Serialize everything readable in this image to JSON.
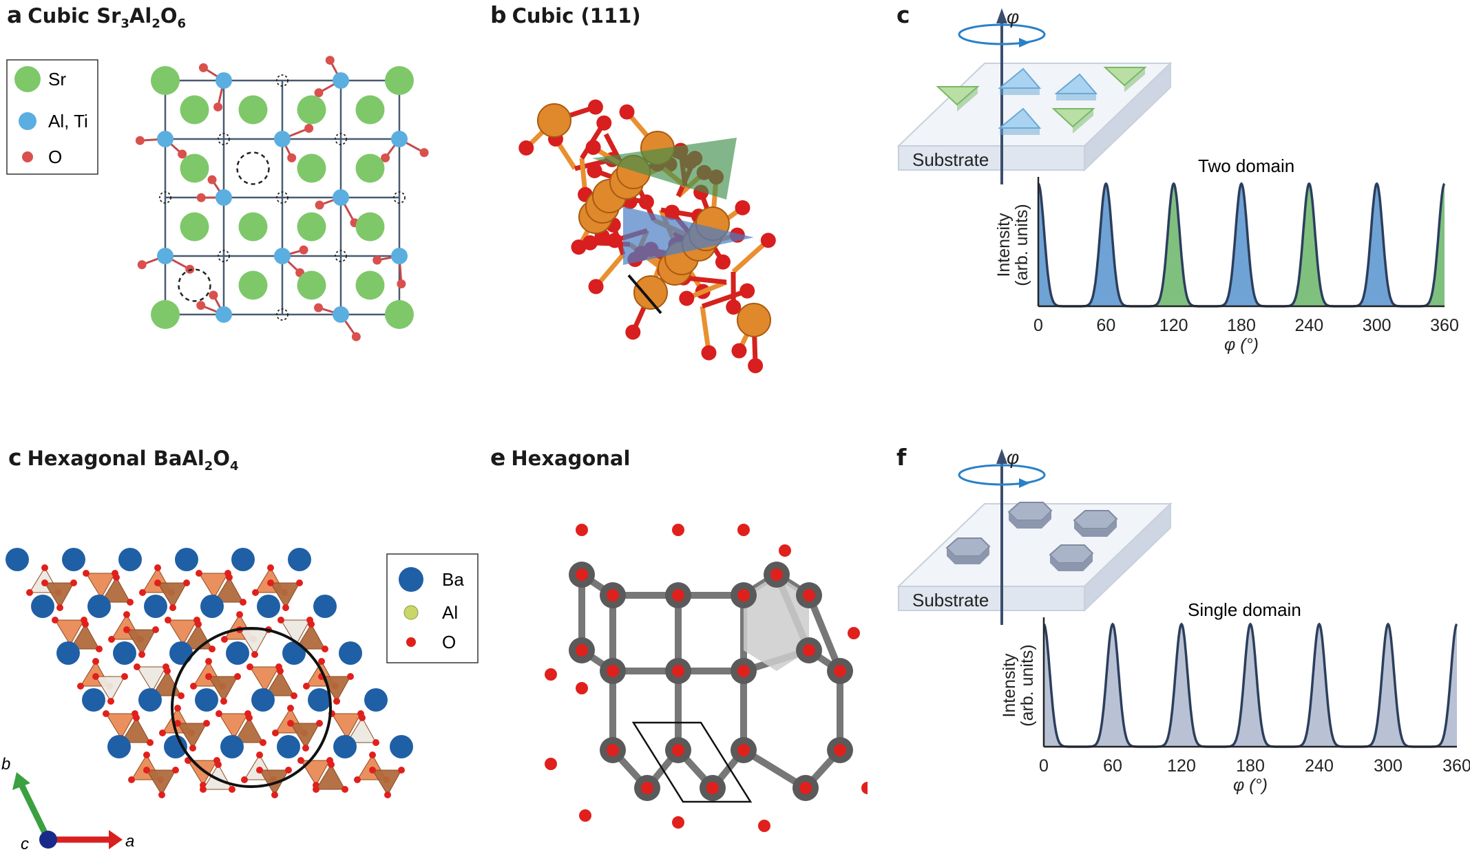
{
  "panels": {
    "a": {
      "letter": "a",
      "title": "Cubic Sr",
      "f1": "3",
      "mid": "Al",
      "f2": "2",
      "end": "O",
      "f3": "6",
      "legend": [
        "Sr",
        "Al, Ti",
        "O"
      ]
    },
    "b": {
      "letter": "b",
      "title": "Cubic (111)"
    },
    "c_top": {
      "letter": "c",
      "substrate": "Substrate",
      "caption": "Two domain",
      "ylabel_1": "Intensity",
      "ylabel_2": "(arb. units)",
      "xlabel": "φ (°)",
      "phi": "φ",
      "ticks": [
        "0",
        "60",
        "120",
        "180",
        "240",
        "300",
        "360"
      ]
    },
    "d": {
      "letter": "c",
      "title": "Hexagonal BaAl",
      "f1": "2",
      "mid": "O",
      "f2": "4",
      "legend": [
        "Ba",
        "Al",
        "O"
      ],
      "axis_a": "a",
      "axis_b": "b",
      "axis_c": "c"
    },
    "e": {
      "letter": "e",
      "title": "Hexagonal"
    },
    "f": {
      "letter": "f",
      "substrate": "Substrate",
      "caption": "Single domain",
      "ylabel_1": "Intensity",
      "ylabel_2": "(arb. units)",
      "xlabel": "φ (°)",
      "phi": "φ",
      "ticks": [
        "0",
        "60",
        "120",
        "180",
        "240",
        "300",
        "360"
      ]
    }
  },
  "colors": {
    "sr": "#7ec86a",
    "al": "#5aaee0",
    "o": "#d9504d",
    "ba": "#1f5fa6",
    "al_hex": "#c9d66a",
    "blue_peak": "#6fa3d6",
    "green_peak": "#7fc07f",
    "grey_peak": "#b9c2d4",
    "curve": "#2c3e5c"
  },
  "chart_data": [
    {
      "type": "line",
      "title": "Two domain",
      "xlabel": "φ (°)",
      "ylabel": "Intensity (arb. units)",
      "xlim": [
        0,
        360
      ],
      "x_ticks": [
        0,
        60,
        120,
        180,
        240,
        300,
        360
      ],
      "peaks_x": [
        0,
        60,
        120,
        180,
        240,
        300,
        360
      ],
      "peak_colors": [
        "blue",
        "blue",
        "green",
        "blue",
        "green",
        "blue",
        "green"
      ]
    },
    {
      "type": "line",
      "title": "Single domain",
      "xlabel": "φ (°)",
      "ylabel": "Intensity (arb. units)",
      "xlim": [
        0,
        360
      ],
      "x_ticks": [
        0,
        60,
        120,
        180,
        240,
        300,
        360
      ],
      "peaks_x": [
        0,
        60,
        120,
        180,
        240,
        300,
        360
      ],
      "peak_colors": [
        "grey",
        "grey",
        "grey",
        "grey",
        "grey",
        "grey",
        "grey"
      ]
    }
  ]
}
